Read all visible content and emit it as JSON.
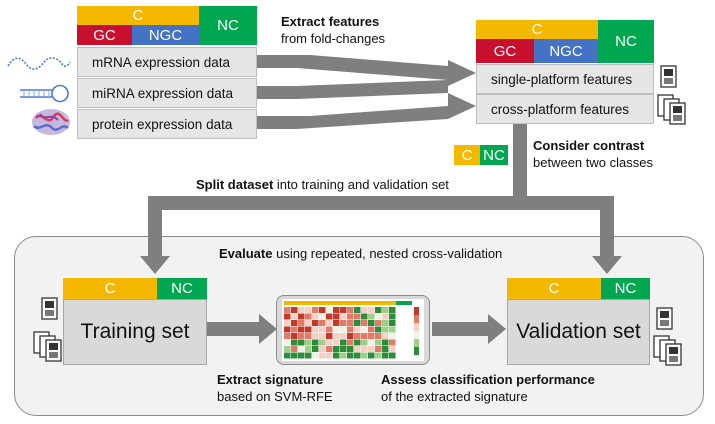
{
  "top_left_header": {
    "c": "C",
    "gc": "GC",
    "ngc": "NGC",
    "nc": "NC"
  },
  "data_rows": [
    "mRNA expression data",
    "miRNA expression data",
    "protein expression data"
  ],
  "extract_features": {
    "bold": "Extract features",
    "rest": "from fold-changes"
  },
  "top_right_header": {
    "c": "C",
    "gc": "GC",
    "ngc": "NGC",
    "nc": "NC"
  },
  "feature_rows": [
    "single-platform features",
    "cross-platform features"
  ],
  "contrast_badge": {
    "c": "C",
    "nc": "NC"
  },
  "consider_contrast": {
    "bold": "Consider contrast",
    "rest": "between two classes"
  },
  "split_dataset": {
    "bold": "Split dataset",
    "rest": " into training and validation set"
  },
  "evaluate": {
    "bold": "Evaluate",
    "rest": " using repeated, nested cross-validation"
  },
  "training": {
    "c": "C",
    "nc": "NC",
    "label": "Training set"
  },
  "validation": {
    "c": "C",
    "nc": "NC",
    "label": "Validation set"
  },
  "extract_signature": {
    "bold": "Extract signature",
    "rest": "based on SVM-RFE"
  },
  "assess": {
    "bold": "Assess classification  performance",
    "rest": "of the extracted signature"
  },
  "colors": {
    "c": "#f5b800",
    "gc": "#c8102e",
    "ngc": "#4472c4",
    "nc": "#00a650",
    "arrow": "#7f7f7f",
    "panel": "#f2f2f2"
  }
}
